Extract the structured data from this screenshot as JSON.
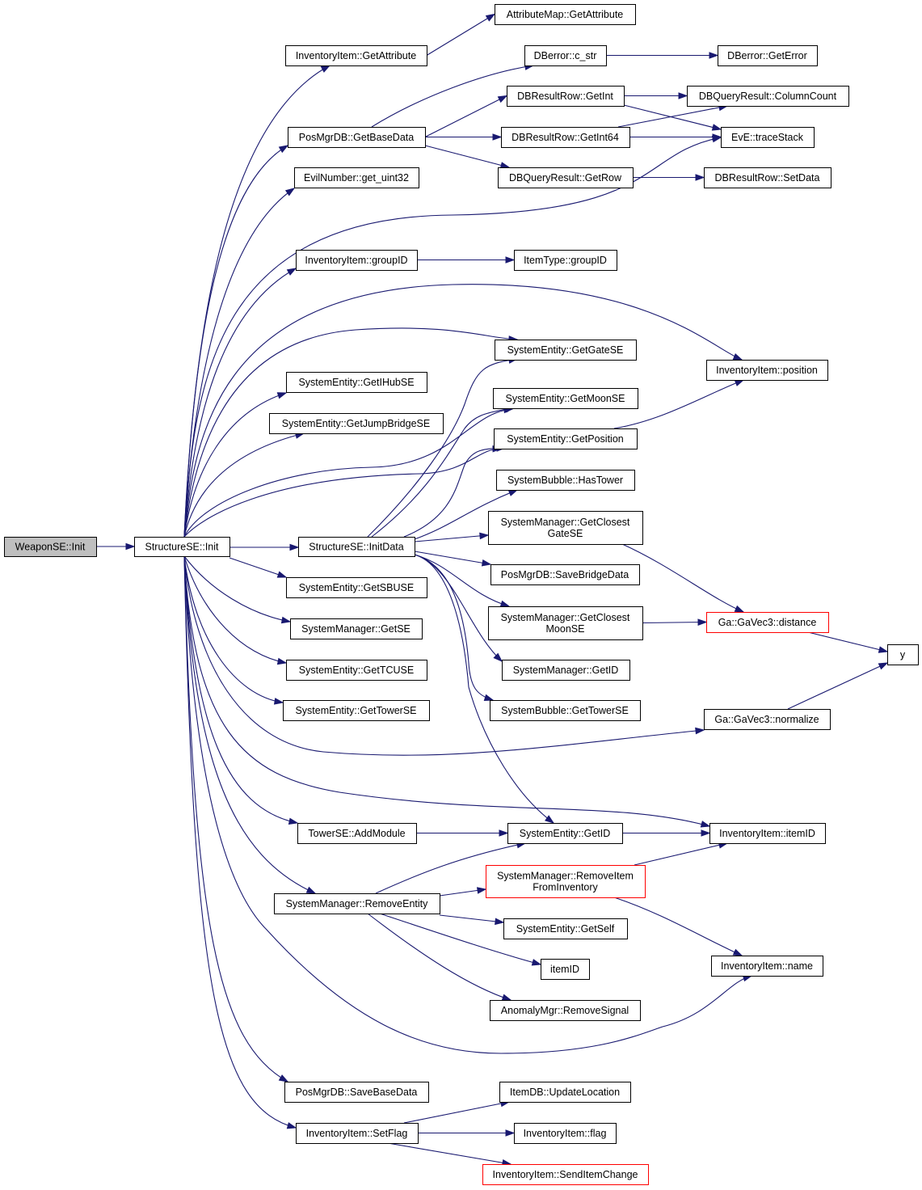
{
  "graph": {
    "edge_color": "#191970",
    "root_fill": "#bfbfbf",
    "highlight_border": "#ff0000",
    "nodes": [
      {
        "id": "n_weaponse_init",
        "lines": [
          "WeaponSE::Init"
        ],
        "root": true
      },
      {
        "id": "n_structurese_init",
        "lines": [
          "StructureSE::Init"
        ]
      },
      {
        "id": "n_attributemap_getattribute",
        "lines": [
          "AttributeMap::GetAttribute"
        ]
      },
      {
        "id": "n_inventoryitem_getattribute",
        "lines": [
          "InventoryItem::GetAttribute"
        ]
      },
      {
        "id": "n_dberror_c_str",
        "lines": [
          "DBerror::c_str"
        ]
      },
      {
        "id": "n_dberror_geterror",
        "lines": [
          "DBerror::GetError"
        ]
      },
      {
        "id": "n_dbresultrow_getint",
        "lines": [
          "DBResultRow::GetInt"
        ]
      },
      {
        "id": "n_dbqueryresult_columncount",
        "lines": [
          "DBQueryResult::ColumnCount"
        ]
      },
      {
        "id": "n_posmgrdb_getbasedata",
        "lines": [
          "PosMgrDB::GetBaseData"
        ]
      },
      {
        "id": "n_dbresultrow_getint64",
        "lines": [
          "DBResultRow::GetInt64"
        ]
      },
      {
        "id": "n_eve_tracestack",
        "lines": [
          "EvE::traceStack"
        ]
      },
      {
        "id": "n_dbqueryresult_getrow",
        "lines": [
          "DBQueryResult::GetRow"
        ]
      },
      {
        "id": "n_dbresultrow_setdata",
        "lines": [
          "DBResultRow::SetData"
        ]
      },
      {
        "id": "n_evilnumber_get_uint32",
        "lines": [
          "EvilNumber::get_uint32"
        ]
      },
      {
        "id": "n_inventoryitem_groupid",
        "lines": [
          "InventoryItem::groupID"
        ]
      },
      {
        "id": "n_itemtype_groupid",
        "lines": [
          "ItemType::groupID"
        ]
      },
      {
        "id": "n_systementity_getgatese",
        "lines": [
          "SystemEntity::GetGateSE"
        ]
      },
      {
        "id": "n_inventoryitem_position",
        "lines": [
          "InventoryItem::position"
        ]
      },
      {
        "id": "n_systementity_getihubse",
        "lines": [
          "SystemEntity::GetIHubSE"
        ]
      },
      {
        "id": "n_systementity_getmoonse",
        "lines": [
          "SystemEntity::GetMoonSE"
        ]
      },
      {
        "id": "n_systementity_getjumpbridgese",
        "lines": [
          "SystemEntity::GetJumpBridgeSE"
        ]
      },
      {
        "id": "n_systementity_getposition",
        "lines": [
          "SystemEntity::GetPosition"
        ]
      },
      {
        "id": "n_systembubble_hastower",
        "lines": [
          "SystemBubble::HasTower"
        ]
      },
      {
        "id": "n_systemmanager_getclosestgatese",
        "lines": [
          "SystemManager::GetClosest",
          "GateSE"
        ]
      },
      {
        "id": "n_structurese_initdata",
        "lines": [
          "StructureSE::InitData"
        ]
      },
      {
        "id": "n_posmgrdb_savebridgedata",
        "lines": [
          "PosMgrDB::SaveBridgeData"
        ]
      },
      {
        "id": "n_systementity_getsbuse",
        "lines": [
          "SystemEntity::GetSBUSE"
        ]
      },
      {
        "id": "n_systemmanager_getclosestmoonse",
        "lines": [
          "SystemManager::GetClosest",
          "MoonSE"
        ]
      },
      {
        "id": "n_ga_gavec3_distance",
        "lines": [
          "Ga::GaVec3::distance"
        ],
        "highlight": true
      },
      {
        "id": "n_systemmanager_getse",
        "lines": [
          "SystemManager::GetSE"
        ]
      },
      {
        "id": "n_y",
        "lines": [
          "y"
        ]
      },
      {
        "id": "n_systementity_gettcuse",
        "lines": [
          "SystemEntity::GetTCUSE"
        ]
      },
      {
        "id": "n_systemmanager_getid",
        "lines": [
          "SystemManager::GetID"
        ]
      },
      {
        "id": "n_systementity_gettowerse",
        "lines": [
          "SystemEntity::GetTowerSE"
        ]
      },
      {
        "id": "n_systembubble_gettowerse",
        "lines": [
          "SystemBubble::GetTowerSE"
        ]
      },
      {
        "id": "n_ga_gavec3_normalize",
        "lines": [
          "Ga::GaVec3::normalize"
        ]
      },
      {
        "id": "n_towerse_addmodule",
        "lines": [
          "TowerSE::AddModule"
        ]
      },
      {
        "id": "n_systementity_getid",
        "lines": [
          "SystemEntity::GetID"
        ]
      },
      {
        "id": "n_inventoryitem_itemid",
        "lines": [
          "InventoryItem::itemID"
        ]
      },
      {
        "id": "n_systemmanager_removeitemfrominventory",
        "lines": [
          "SystemManager::RemoveItem",
          "FromInventory"
        ],
        "highlight": true
      },
      {
        "id": "n_systemmanager_removeentity",
        "lines": [
          "SystemManager::RemoveEntity"
        ]
      },
      {
        "id": "n_systementity_getself",
        "lines": [
          "SystemEntity::GetSelf"
        ]
      },
      {
        "id": "n_inventoryitem_name",
        "lines": [
          "InventoryItem::name"
        ]
      },
      {
        "id": "n_itemid",
        "lines": [
          "itemID"
        ]
      },
      {
        "id": "n_anomalymgr_removesignal",
        "lines": [
          "AnomalyMgr::RemoveSignal"
        ]
      },
      {
        "id": "n_posmgrdb_savebasedata",
        "lines": [
          "PosMgrDB::SaveBaseData"
        ]
      },
      {
        "id": "n_itemdb_updatelocation",
        "lines": [
          "ItemDB::UpdateLocation"
        ]
      },
      {
        "id": "n_inventoryitem_setflag",
        "lines": [
          "InventoryItem::SetFlag"
        ]
      },
      {
        "id": "n_inventoryitem_flag",
        "lines": [
          "InventoryItem::flag"
        ]
      },
      {
        "id": "n_inventoryitem_senditemchange",
        "lines": [
          "InventoryItem::SendItemChange"
        ],
        "highlight": true
      }
    ],
    "edges": [
      {
        "from": "n_weaponse_init",
        "to": "n_structurese_init"
      },
      {
        "from": "n_structurese_init",
        "to": "n_inventoryitem_getattribute"
      },
      {
        "from": "n_structurese_init",
        "to": "n_posmgrdb_getbasedata"
      },
      {
        "from": "n_structurese_init",
        "to": "n_evilnumber_get_uint32"
      },
      {
        "from": "n_structurese_init",
        "to": "n_eve_tracestack"
      },
      {
        "from": "n_structurese_init",
        "to": "n_inventoryitem_groupid"
      },
      {
        "from": "n_structurese_init",
        "to": "n_inventoryitem_position"
      },
      {
        "from": "n_structurese_init",
        "to": "n_systementity_getgatese"
      },
      {
        "from": "n_structurese_init",
        "to": "n_systementity_getihubse"
      },
      {
        "from": "n_structurese_init",
        "to": "n_systementity_getjumpbridgese"
      },
      {
        "from": "n_structurese_init",
        "to": "n_systementity_getmoonse"
      },
      {
        "from": "n_structurese_init",
        "to": "n_systementity_getposition"
      },
      {
        "from": "n_structurese_init",
        "to": "n_structurese_initdata"
      },
      {
        "from": "n_structurese_init",
        "to": "n_systementity_getsbuse"
      },
      {
        "from": "n_structurese_init",
        "to": "n_systemmanager_getse"
      },
      {
        "from": "n_structurese_init",
        "to": "n_systementity_gettcuse"
      },
      {
        "from": "n_structurese_init",
        "to": "n_systementity_gettowerse"
      },
      {
        "from": "n_structurese_init",
        "to": "n_ga_gavec3_normalize"
      },
      {
        "from": "n_structurese_init",
        "to": "n_inventoryitem_itemid"
      },
      {
        "from": "n_structurese_init",
        "to": "n_towerse_addmodule"
      },
      {
        "from": "n_structurese_init",
        "to": "n_systemmanager_removeentity"
      },
      {
        "from": "n_structurese_init",
        "to": "n_inventoryitem_name"
      },
      {
        "from": "n_structurese_init",
        "to": "n_posmgrdb_savebasedata"
      },
      {
        "from": "n_structurese_init",
        "to": "n_inventoryitem_setflag"
      },
      {
        "from": "n_inventoryitem_getattribute",
        "to": "n_attributemap_getattribute"
      },
      {
        "from": "n_posmgrdb_getbasedata",
        "to": "n_dberror_c_str"
      },
      {
        "from": "n_posmgrdb_getbasedata",
        "to": "n_dbresultrow_getint"
      },
      {
        "from": "n_posmgrdb_getbasedata",
        "to": "n_dbresultrow_getint64"
      },
      {
        "from": "n_posmgrdb_getbasedata",
        "to": "n_dbqueryresult_getrow"
      },
      {
        "from": "n_dberror_c_str",
        "to": "n_dberror_geterror"
      },
      {
        "from": "n_dbresultrow_getint",
        "to": "n_dbqueryresult_columncount"
      },
      {
        "from": "n_dbresultrow_getint",
        "to": "n_eve_tracestack"
      },
      {
        "from": "n_dbresultrow_getint64",
        "to": "n_dbqueryresult_columncount"
      },
      {
        "from": "n_dbresultrow_getint64",
        "to": "n_eve_tracestack"
      },
      {
        "from": "n_dbqueryresult_getrow",
        "to": "n_dbresultrow_setdata"
      },
      {
        "from": "n_inventoryitem_groupid",
        "to": "n_itemtype_groupid"
      },
      {
        "from": "n_systementity_getposition",
        "to": "n_inventoryitem_position"
      },
      {
        "from": "n_structurese_initdata",
        "to": "n_systementity_getgatese"
      },
      {
        "from": "n_structurese_initdata",
        "to": "n_systementity_getmoonse"
      },
      {
        "from": "n_structurese_initdata",
        "to": "n_systementity_getposition"
      },
      {
        "from": "n_structurese_initdata",
        "to": "n_systembubble_hastower"
      },
      {
        "from": "n_structurese_initdata",
        "to": "n_systemmanager_getclosestgatese"
      },
      {
        "from": "n_structurese_initdata",
        "to": "n_posmgrdb_savebridgedata"
      },
      {
        "from": "n_structurese_initdata",
        "to": "n_systemmanager_getclosestmoonse"
      },
      {
        "from": "n_structurese_initdata",
        "to": "n_systemmanager_getid"
      },
      {
        "from": "n_structurese_initdata",
        "to": "n_systembubble_gettowerse"
      },
      {
        "from": "n_structurese_initdata",
        "to": "n_systementity_getid"
      },
      {
        "from": "n_systemmanager_getclosestgatese",
        "to": "n_ga_gavec3_distance"
      },
      {
        "from": "n_systemmanager_getclosestmoonse",
        "to": "n_ga_gavec3_distance"
      },
      {
        "from": "n_ga_gavec3_distance",
        "to": "n_y"
      },
      {
        "from": "n_ga_gavec3_normalize",
        "to": "n_y"
      },
      {
        "from": "n_towerse_addmodule",
        "to": "n_systementity_getid"
      },
      {
        "from": "n_systementity_getid",
        "to": "n_inventoryitem_itemid"
      },
      {
        "from": "n_systemmanager_removeentity",
        "to": "n_systementity_getid"
      },
      {
        "from": "n_systemmanager_removeentity",
        "to": "n_systemmanager_removeitemfrominventory"
      },
      {
        "from": "n_systemmanager_removeentity",
        "to": "n_systementity_getself"
      },
      {
        "from": "n_systemmanager_removeentity",
        "to": "n_itemid"
      },
      {
        "from": "n_systemmanager_removeentity",
        "to": "n_anomalymgr_removesignal"
      },
      {
        "from": "n_systemmanager_removeitemfrominventory",
        "to": "n_inventoryitem_itemid"
      },
      {
        "from": "n_systemmanager_removeitemfrominventory",
        "to": "n_inventoryitem_name"
      },
      {
        "from": "n_inventoryitem_setflag",
        "to": "n_itemdb_updatelocation"
      },
      {
        "from": "n_inventoryitem_setflag",
        "to": "n_inventoryitem_flag"
      },
      {
        "from": "n_inventoryitem_setflag",
        "to": "n_inventoryitem_senditemchange"
      }
    ]
  }
}
